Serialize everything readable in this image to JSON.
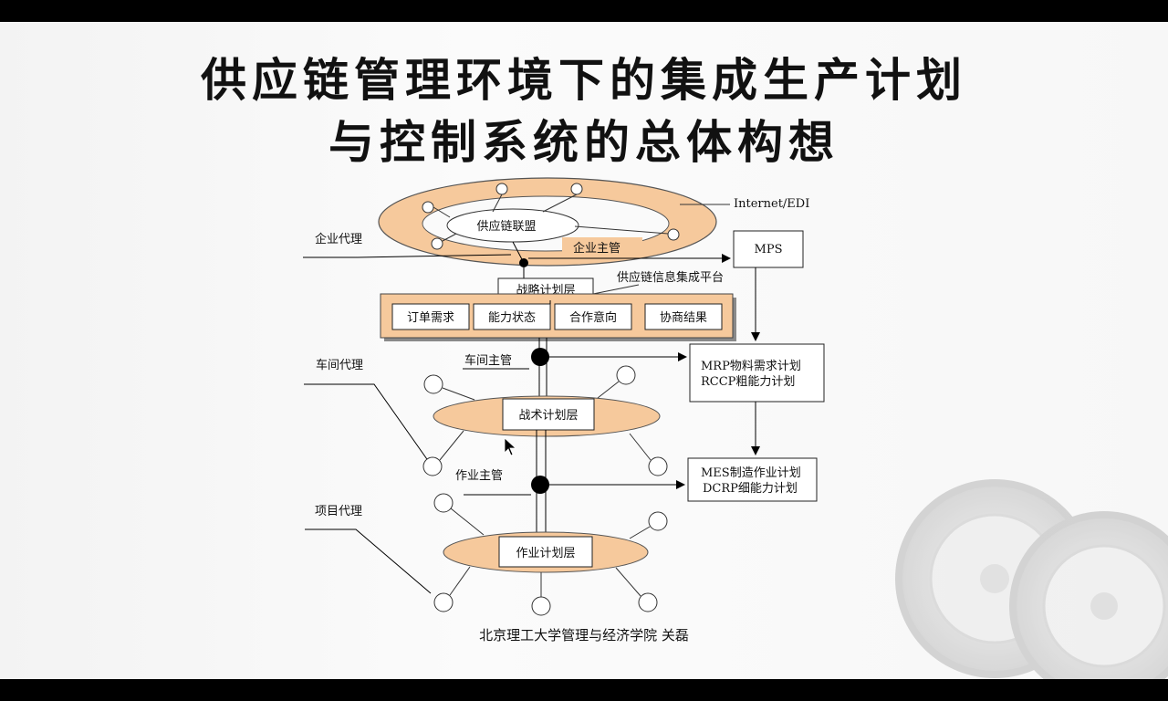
{
  "slide": {
    "title_line1": "供应链管理环境下的集成生产计划",
    "title_line2": "与控制系统的总体构想",
    "footer": "北京理工大学管理与经济学院 关磊"
  },
  "diagram": {
    "ring_label": "Internet/EDI",
    "alliance": "供应链联盟",
    "enterprise_manager": "企业主管",
    "enterprise_agent": "企业代理",
    "mps": "MPS",
    "platform": "供应链信息集成平台",
    "strategic_layer": "战略计划层",
    "info_boxes": [
      "订单需求",
      "能力状态",
      "合作意向",
      "协商结果"
    ],
    "workshop_manager": "车间主管",
    "workshop_agent": "车间代理",
    "tactical_layer": "战术计划层",
    "mrp_line1": "MRP物料需求计划",
    "mrp_line2": "RCCP粗能力计划",
    "operation_manager": "作业主管",
    "mes_line1": "MES制造作业计划",
    "mes_line2": "DCRP细能力计划",
    "project_agent": "项目代理",
    "operation_layer": "作业计划层"
  },
  "colors": {
    "ellipse_fill": "#f6c99c",
    "ellipse_stroke": "#555555",
    "line": "#000000"
  }
}
